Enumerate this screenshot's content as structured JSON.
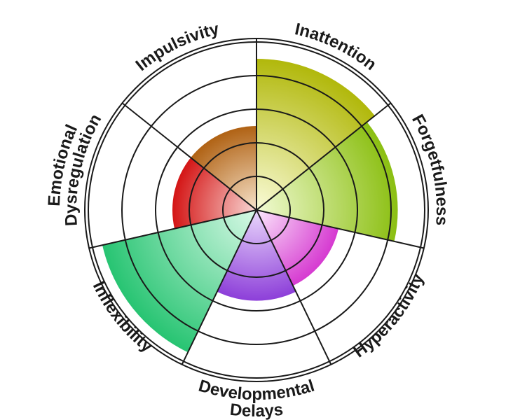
{
  "chart_data": {
    "type": "polar-area",
    "max_value": 5,
    "rings": 5,
    "categories": [
      {
        "label": "Inattention",
        "value": 4.5,
        "color_inner": "#fafbd8",
        "color_outer": "#b1b80b"
      },
      {
        "label": "Forgetfulness",
        "value": 4.2,
        "color_inner": "#f2fbd4",
        "color_outer": "#8bbf12"
      },
      {
        "label": "Hyperactivity",
        "value": 2.5,
        "color_inner": "#fbe7fb",
        "color_outer": "#d63ad1"
      },
      {
        "label": "Developmental Delays",
        "value": 2.7,
        "color_inner": "#ead8fc",
        "color_outer": "#8d3fd9"
      },
      {
        "label": "Inflexibility",
        "value": 4.7,
        "color_inner": "#d9f9e7",
        "color_outer": "#27c472"
      },
      {
        "label": "Emotional Dysregulation",
        "value": 2.5,
        "color_inner": "#f9d8d5",
        "color_outer": "#d41515"
      },
      {
        "label": "Impulsivity",
        "value": 2.5,
        "color_inner": "#f7e3cb",
        "color_outer": "#b06214"
      }
    ]
  }
}
